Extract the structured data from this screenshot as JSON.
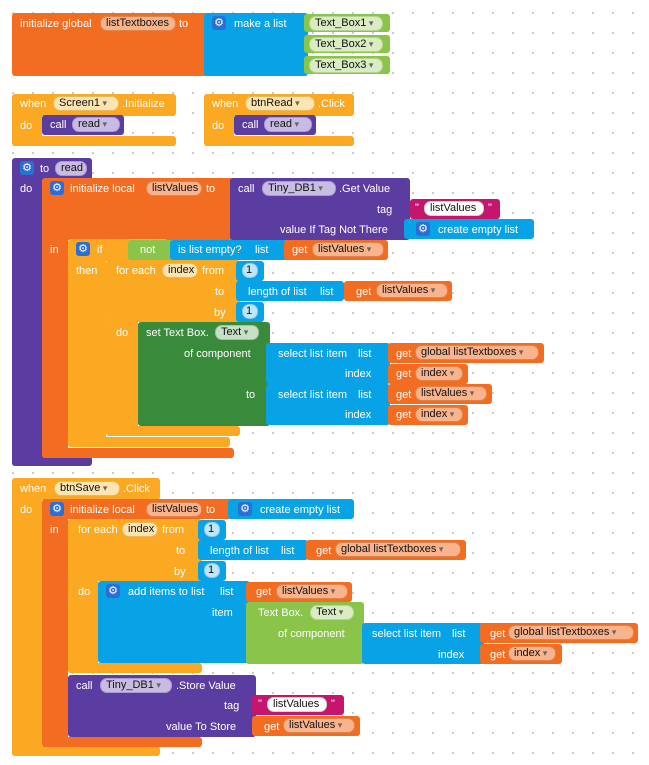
{
  "init_global": {
    "label": "initialize global",
    "var_name": "listTextboxes",
    "to": "to",
    "make_list": "make a list",
    "items": [
      "Text_Box1",
      "Text_Box2",
      "Text_Box3"
    ]
  },
  "event_screen_init": {
    "when": "when",
    "component": "Screen1",
    "event": ".Initialize",
    "do": "do",
    "call": "call",
    "proc": "read"
  },
  "event_btnread_click": {
    "when": "when",
    "component": "btnRead",
    "event": ".Click",
    "do": "do",
    "call": "call",
    "proc": "read"
  },
  "proc_read": {
    "to": "to",
    "name": "read",
    "do": "do",
    "init_local": "initialize local",
    "var_name": "listValues",
    "to_kw": "to",
    "call": "call",
    "db": "Tiny_DB1",
    "method": ".Get Value",
    "tag_label": "tag",
    "tag_value": "listValues",
    "default_label": "value If Tag Not There",
    "create_empty_list": "create empty list",
    "in": "in",
    "if": "if",
    "then": "then",
    "not": "not",
    "is_list_empty": "is list empty?",
    "list_kw": "list",
    "get": "get",
    "get_var": "listValues",
    "for_each": "for each",
    "index_var": "index",
    "from": "from",
    "from_value": "1",
    "to_label": "to",
    "length_of_list": "length of list",
    "by": "by",
    "by_value": "1",
    "loop_do": "do",
    "set_textbox": "set Text Box.",
    "property": "Text",
    "of_component": "of component",
    "select_list_item": "select list item",
    "global_list": "global listTextboxes",
    "index_label": "index",
    "get_index": "index"
  },
  "event_btnsave_click": {
    "when": "when",
    "component": "btnSave",
    "event": ".Click",
    "do": "do",
    "init_local": "initialize local",
    "var_name": "listValues",
    "to_kw": "to",
    "create_empty_list": "create empty list",
    "in": "in",
    "for_each": "for each",
    "index_var": "index",
    "from": "from",
    "from_value": "1",
    "to_label": "to",
    "length_of_list": "length of list",
    "list_kw": "list",
    "get": "get",
    "global_list": "global listTextboxes",
    "by": "by",
    "by_value": "1",
    "loop_do": "do",
    "add_items": "add items to list",
    "get_var": "listValues",
    "item_label": "item",
    "textbox_getter": "Text Box.",
    "property": "Text",
    "of_component": "of component",
    "select_list_item": "select list item",
    "index_label": "index",
    "get_index": "index",
    "call": "call",
    "db": "Tiny_DB1",
    "store_method": ".Store Value",
    "tag_label": "tag",
    "tag_value": "listValues",
    "value_to_store": "value To Store"
  },
  "colors": {
    "variables": "#f26c22",
    "events": "#fba922",
    "procedures": "#5b3ca0",
    "lists": "#08a3e6",
    "components": "#8bc44a",
    "setters": "#3a8a3c",
    "text": "#c5156d",
    "control": "#fba922"
  },
  "icons": [
    "gear-icon",
    "dropdown-arrow-icon"
  ]
}
